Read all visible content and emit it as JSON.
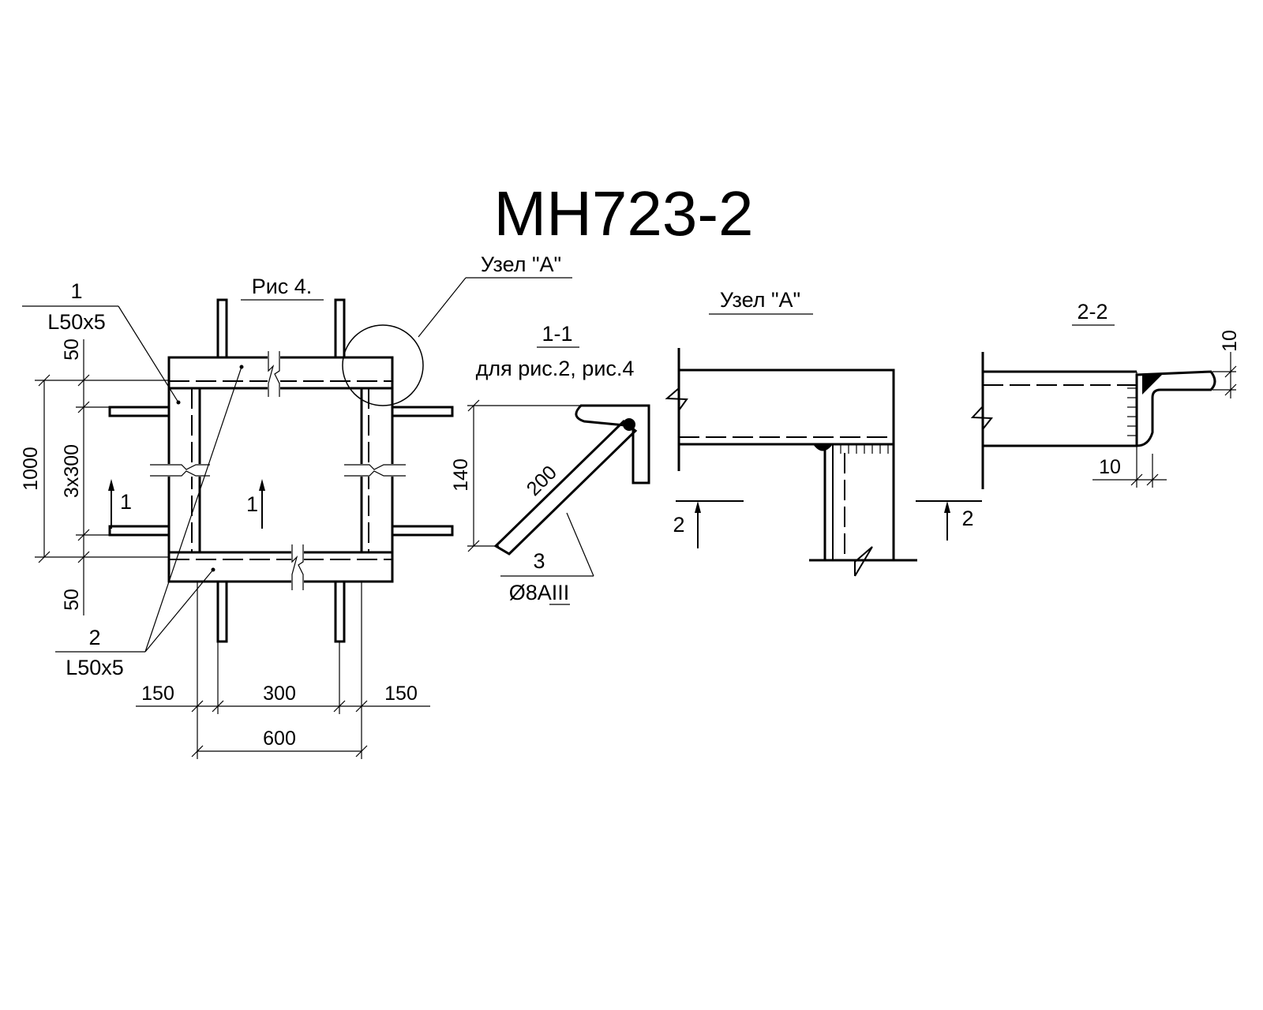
{
  "title": "МН723-2",
  "fig4": {
    "caption": "Рис 4.",
    "callout_top_pos": "1",
    "callout_top_profile": "L50x5",
    "callout_bottom_pos": "2",
    "callout_bottom_profile": "L50x5",
    "dim_top_margin": "50",
    "dim_bottom_margin": "50",
    "dim_height_total": "1000",
    "dim_spacing": "3x300",
    "dim_left_offset": "150",
    "dim_mid_spacing": "300",
    "dim_right_offset": "150",
    "dim_width_total": "600",
    "section_mark_left": "1",
    "section_mark_center": "1",
    "node_callout": "Узел \"А\""
  },
  "section11": {
    "title": "1-1",
    "subtitle": "для рис.2, рис.4",
    "dim_height": "140",
    "dim_length": "200",
    "pos": "3",
    "rebar": "Ø8AIII"
  },
  "nodeA": {
    "title": "Узел \"А\"",
    "section_mark_left": "2",
    "section_mark_right": "2"
  },
  "section22": {
    "title": "2-2",
    "dim_top": "10",
    "dim_bottom": "10"
  }
}
